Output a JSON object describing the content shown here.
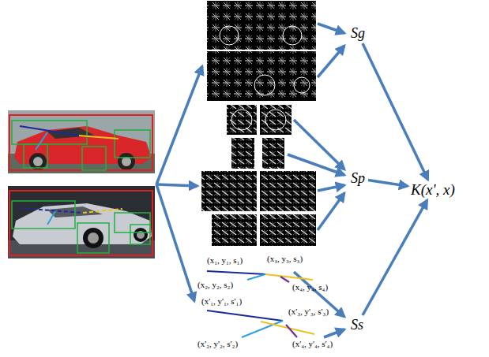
{
  "diagram": {
    "nodes": [
      {
        "text": [
          "Sg"
        ]
      },
      {
        "text": [
          "Sp"
        ]
      },
      {
        "text": [
          "Ss"
        ]
      },
      {
        "text": [
          "K(x', x)"
        ]
      }
    ],
    "edges": [
      {
        "from": 0,
        "to": 3,
        "arrow": "to"
      },
      {
        "from": 1,
        "to": 3,
        "arrow": "to"
      },
      {
        "from": 2,
        "to": 3,
        "arrow": "to"
      }
    ],
    "labels": [
      "(x₁, y₁, s₁)",
      "(x₃, y₃, s₃)",
      "(x₂, y₂, s₂)",
      "(x₄, y₄, s₄)",
      "(x'₁, y'₁, s'₁)",
      "(x'₃, y'₃, s'₃)",
      "(x'₂, y'₂, s'₂)",
      "(x'₄, y'₄, s'₄)"
    ]
  }
}
